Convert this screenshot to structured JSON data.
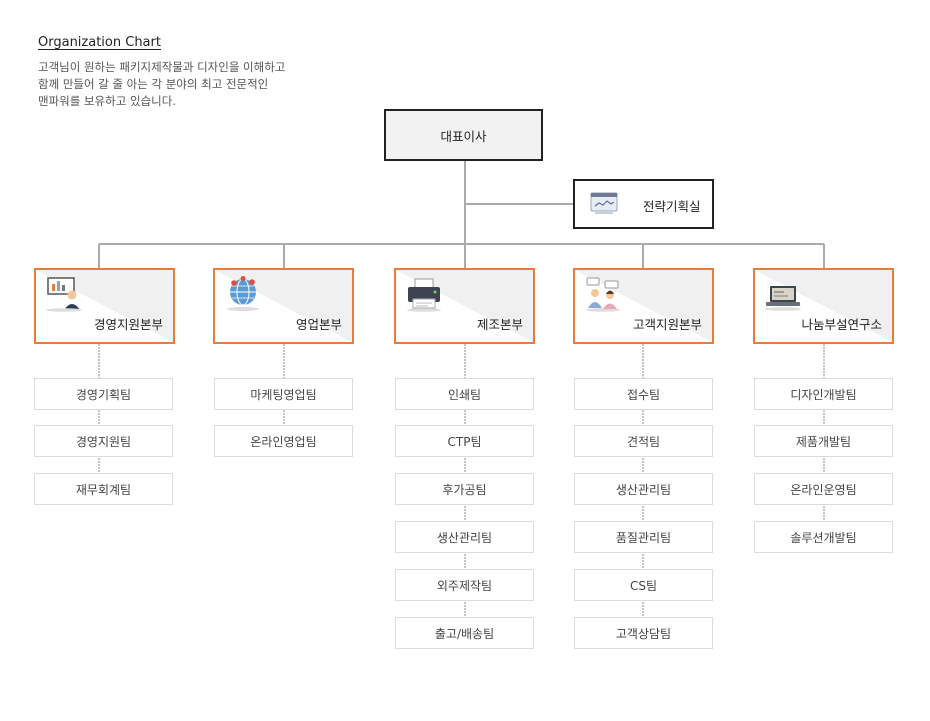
{
  "header": {
    "title": "Organization Chart",
    "description_lines": [
      "고객님이 원하는 패키지제작물과 디자인을 이해하고",
      "함께 만들어 갈 줄 아는 각 분야의 최고 전문적인",
      "맨파워를 보유하고 있습니다."
    ]
  },
  "org": {
    "ceo": "대표이사",
    "strategy": {
      "label": "전략기획실",
      "icon": "monitor-chart-icon"
    },
    "divisions": [
      {
        "label": "경영지원본부",
        "icon": "presenter-board-icon",
        "teams": [
          "경영기획팀",
          "경영지원팀",
          "재무회계팀"
        ]
      },
      {
        "label": "영업본부",
        "icon": "globe-network-icon",
        "teams": [
          "마케팅영업팀",
          "온라인영업팀"
        ]
      },
      {
        "label": "제조본부",
        "icon": "printer-icon",
        "teams": [
          "인쇄팀",
          "CTP팀",
          "후가공팀",
          "생산관리팀",
          "외주제작팀",
          "출고/배송팀"
        ]
      },
      {
        "label": "고객지원본부",
        "icon": "customer-chat-icon",
        "teams": [
          "접수팀",
          "견적팀",
          "생산관리팀",
          "품질관리팀",
          "CS팀",
          "고객상담팀"
        ]
      },
      {
        "label": "나눔부설연구소",
        "icon": "laptop-icon",
        "teams": [
          "디자인개발팀",
          "제품개발팀",
          "온라인운영팀",
          "솔루션개발팀"
        ]
      }
    ]
  },
  "colors": {
    "division_border": "#ec7a3a",
    "ceo_border": "#222222",
    "connector": "#aaaaaa",
    "team_border": "#dcdcdc",
    "ceo_fill": "#f2f2f2"
  }
}
